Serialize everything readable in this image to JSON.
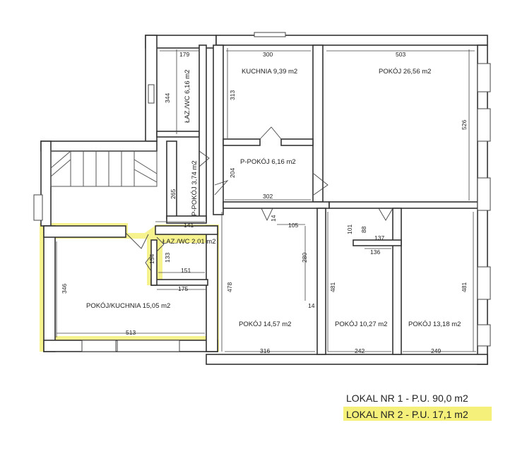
{
  "rooms": {
    "kuchnia": "KUCHNIA 9,39 m2",
    "pokoj_large": "POKÓJ 26,56 m2",
    "lazienka_top": "ŁAZ./WC 6,16 m2",
    "p_pokoj_center": "P-POKÓJ 6,16 m2",
    "p_pokoj_vertical": "P-POKÓJ 3,74 m2",
    "lazienka_small": "ŁAZ./WC 2,01 m2",
    "pokoj_kuchnia": "POKÓJ/KUCHNIA 15,05 m2",
    "pokoj_1457": "POKÓJ 14,57 m2",
    "pokoj_1027": "POKÓJ 10,27 m2",
    "pokoj_1318": "POKÓJ 13,18 m2"
  },
  "dimensions": {
    "d179": "179",
    "d300": "300",
    "d503": "503",
    "d344": "344",
    "d313": "313",
    "d526": "526",
    "d204": "204",
    "d302": "302",
    "d265": "265",
    "d141": "141",
    "d14a": "14",
    "d105": "105",
    "d101": "101",
    "d88": "88",
    "d137": "137",
    "d136": "136",
    "d154": "154",
    "d133": "133",
    "d151": "151",
    "d175": "175",
    "d346": "346",
    "d280": "280",
    "d478": "478",
    "d481a": "481",
    "d481b": "481",
    "d14b": "14",
    "d513": "513",
    "d316": "316",
    "d242": "242",
    "d249": "249"
  },
  "legend": {
    "lokal1": "LOKAL NR 1 - P.U. 90,0 m2",
    "lokal2": "LOKAL NR 2 - P.U. 17,1 m2"
  },
  "colors": {
    "highlight": "#f5f07a",
    "walls": "#333333"
  }
}
